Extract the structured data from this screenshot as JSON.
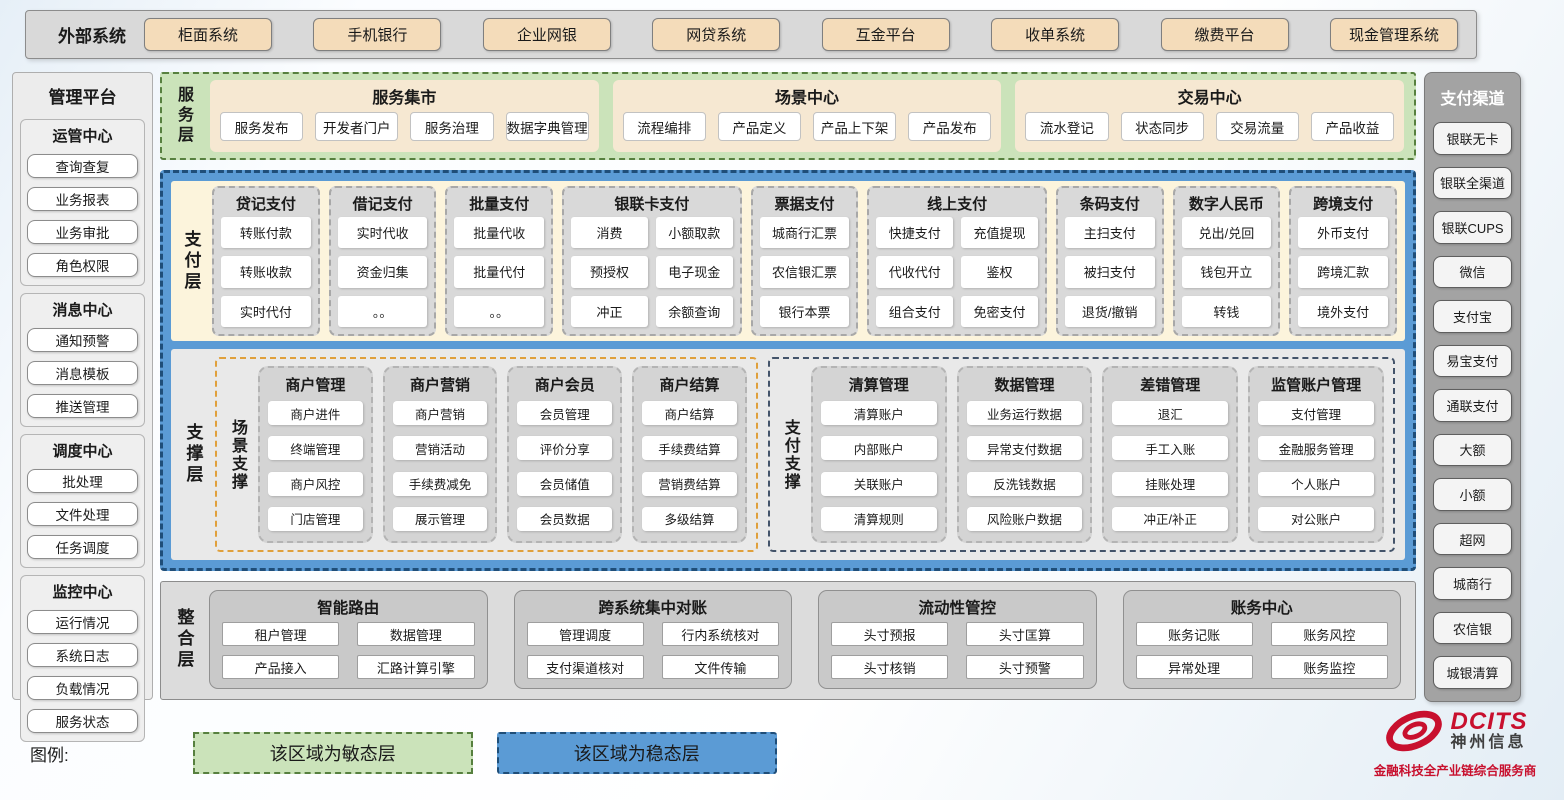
{
  "theme": {
    "agile_green": "#cbe3ba",
    "stable_blue": "#5b9bd5",
    "payment_cream": "#fcf4dc",
    "panel_gray": "#d9d9d9",
    "tan_button": "#f4dcba",
    "logo_red": "#c8102e"
  },
  "external_systems": {
    "title": "外部系统",
    "items": [
      "柜面系统",
      "手机银行",
      "企业网银",
      "网贷系统",
      "互金平台",
      "收单系统",
      "缴费平台",
      "现金管理系统"
    ]
  },
  "management_platform": {
    "title": "管理平台",
    "groups": [
      {
        "title": "运管中心",
        "items": [
          "查询查复",
          "业务报表",
          "业务审批",
          "角色权限"
        ]
      },
      {
        "title": "消息中心",
        "items": [
          "通知预警",
          "消息模板",
          "推送管理"
        ]
      },
      {
        "title": "调度中心",
        "items": [
          "批处理",
          "文件处理",
          "任务调度"
        ]
      },
      {
        "title": "监控中心",
        "items": [
          "运行情况",
          "系统日志",
          "负载情况",
          "服务状态"
        ]
      }
    ]
  },
  "service_layer": {
    "label": "服务层",
    "groups": [
      {
        "title": "服务集市",
        "items": [
          "服务发布",
          "开发者门户",
          "服务治理",
          "数据字典管理"
        ]
      },
      {
        "title": "场景中心",
        "items": [
          "流程编排",
          "产品定义",
          "产品上下架",
          "产品发布"
        ]
      },
      {
        "title": "交易中心",
        "items": [
          "流水登记",
          "状态同步",
          "交易流量",
          "产品收益"
        ]
      }
    ]
  },
  "payment_layer": {
    "label": "支付层",
    "columns": [
      {
        "title": "贷记支付",
        "items": [
          "转账付款",
          "转账收款",
          "实时代付"
        ]
      },
      {
        "title": "借记支付",
        "items": [
          "实时代收",
          "资金归集",
          "。。"
        ]
      },
      {
        "title": "批量支付",
        "items": [
          "批量代收",
          "批量代付",
          "。。"
        ]
      },
      {
        "title": "银联卡支付",
        "items": [
          "消费",
          "小额取款",
          "预授权",
          "电子现金",
          "冲正",
          "余额查询"
        ]
      },
      {
        "title": "票据支付",
        "items": [
          "城商行汇票",
          "农信银汇票",
          "银行本票"
        ]
      },
      {
        "title": "线上支付",
        "items": [
          "快捷支付",
          "充值提现",
          "代收代付",
          "鉴权",
          "组合支付",
          "免密支付"
        ]
      },
      {
        "title": "条码支付",
        "items": [
          "主扫支付",
          "被扫支付",
          "退货/撤销"
        ]
      },
      {
        "title": "数字人民币",
        "items": [
          "兑出/兑回",
          "钱包开立",
          "转钱"
        ]
      },
      {
        "title": "跨境支付",
        "items": [
          "外币支付",
          "跨境汇款",
          "境外支付"
        ]
      }
    ]
  },
  "support_layer": {
    "label": "支撑层",
    "scene": {
      "label": "场景支撑",
      "groups": [
        {
          "title": "商户管理",
          "items": [
            "商户进件",
            "终端管理",
            "商户风控",
            "门店管理"
          ]
        },
        {
          "title": "商户营销",
          "items": [
            "商户营销",
            "营销活动",
            "手续费减免",
            "展示管理"
          ]
        },
        {
          "title": "商户会员",
          "items": [
            "会员管理",
            "评价分享",
            "会员储值",
            "会员数据"
          ]
        },
        {
          "title": "商户结算",
          "items": [
            "商户结算",
            "手续费结算",
            "营销费结算",
            "多级结算"
          ]
        }
      ]
    },
    "payment": {
      "label": "支付支撑",
      "groups": [
        {
          "title": "清算管理",
          "items": [
            "清算账户",
            "内部账户",
            "关联账户",
            "清算规则"
          ]
        },
        {
          "title": "数据管理",
          "items": [
            "业务运行数据",
            "异常支付数据",
            "反洗钱数据",
            "风险账户数据"
          ]
        },
        {
          "title": "差错管理",
          "items": [
            "退汇",
            "手工入账",
            "挂账处理",
            "冲正/补正"
          ]
        },
        {
          "title": "监管账户管理",
          "items": [
            "支付管理",
            "金融服务管理",
            "个人账户",
            "对公账户"
          ]
        }
      ]
    }
  },
  "integration_layer": {
    "label": "整合层",
    "groups": [
      {
        "title": "智能路由",
        "items": [
          "租户管理",
          "数据管理",
          "产品接入",
          "汇路计算引擎"
        ]
      },
      {
        "title": "跨系统集中对账",
        "items": [
          "管理调度",
          "行内系统核对",
          "支付渠道核对",
          "文件传输"
        ]
      },
      {
        "title": "流动性管控",
        "items": [
          "头寸预报",
          "头寸匡算",
          "头寸核销",
          "头寸预警"
        ]
      },
      {
        "title": "账务中心",
        "items": [
          "账务记账",
          "账务风控",
          "异常处理",
          "账务监控"
        ]
      }
    ]
  },
  "payment_channels": {
    "title": "支付渠道",
    "items": [
      "银联无卡",
      "银联全渠道",
      "银联CUPS",
      "微信",
      "支付宝",
      "易宝支付",
      "通联支付",
      "大额",
      "小额",
      "超网",
      "城商行",
      "农信银",
      "城银清算"
    ]
  },
  "legend": {
    "label": "图例:",
    "agile": "该区域为敏态层",
    "stable": "该区域为稳态层"
  },
  "logo": {
    "brand": "DCITS",
    "company": "神州信息",
    "tagline": "金融科技全产业链综合服务商"
  }
}
